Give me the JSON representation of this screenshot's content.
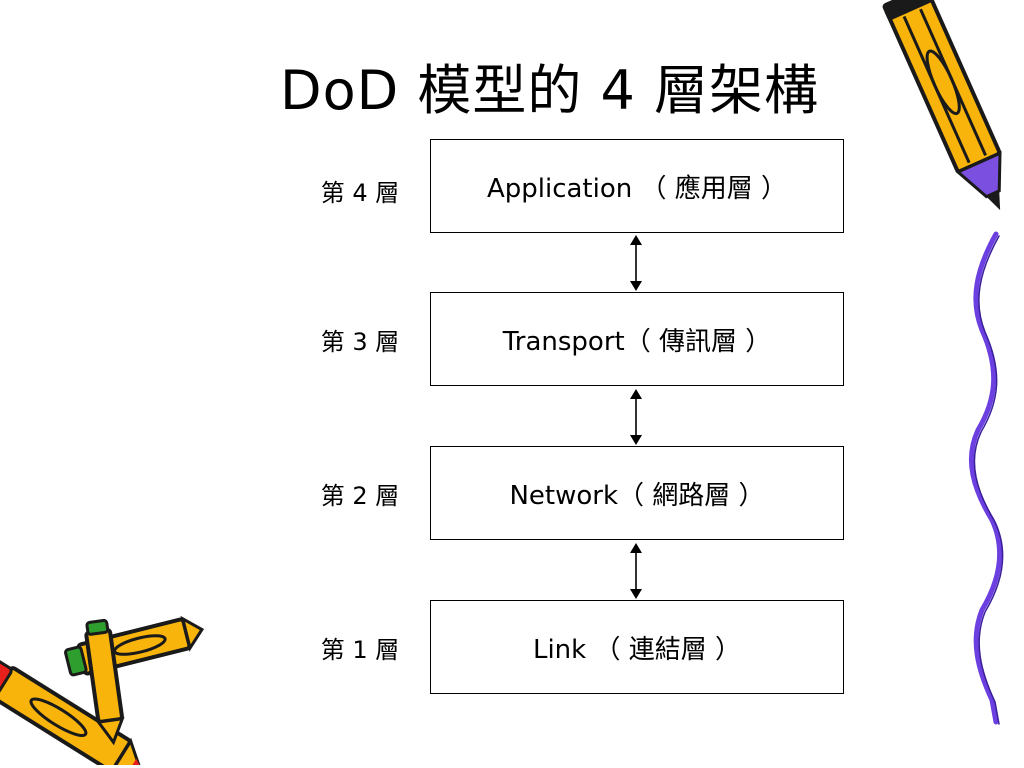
{
  "title": "DoD 模型的 4 層架構",
  "layers": [
    {
      "label": "第 4 層",
      "name": "Application （ 應用層 ）"
    },
    {
      "label": "第 3 層",
      "name": "Transport（ 傳訊層 ）"
    },
    {
      "label": "第 2 層",
      "name": "Network（ 網路層 ）"
    },
    {
      "label": "第 1 層",
      "name": "Link （ 連結層 ）"
    }
  ],
  "colors": {
    "pencil_body": "#f8b40a",
    "pencil_outline": "#1a1a1a",
    "pencil_tip_purple": "#7b4fe0",
    "pencil_tip_red": "#e8201c",
    "pencil_tip_green": "#2e9e2e",
    "squiggle": "#6b3fe0"
  },
  "decorations": [
    "pencil-icon",
    "pencil-icon",
    "pencil-icon",
    "squiggle-line"
  ]
}
